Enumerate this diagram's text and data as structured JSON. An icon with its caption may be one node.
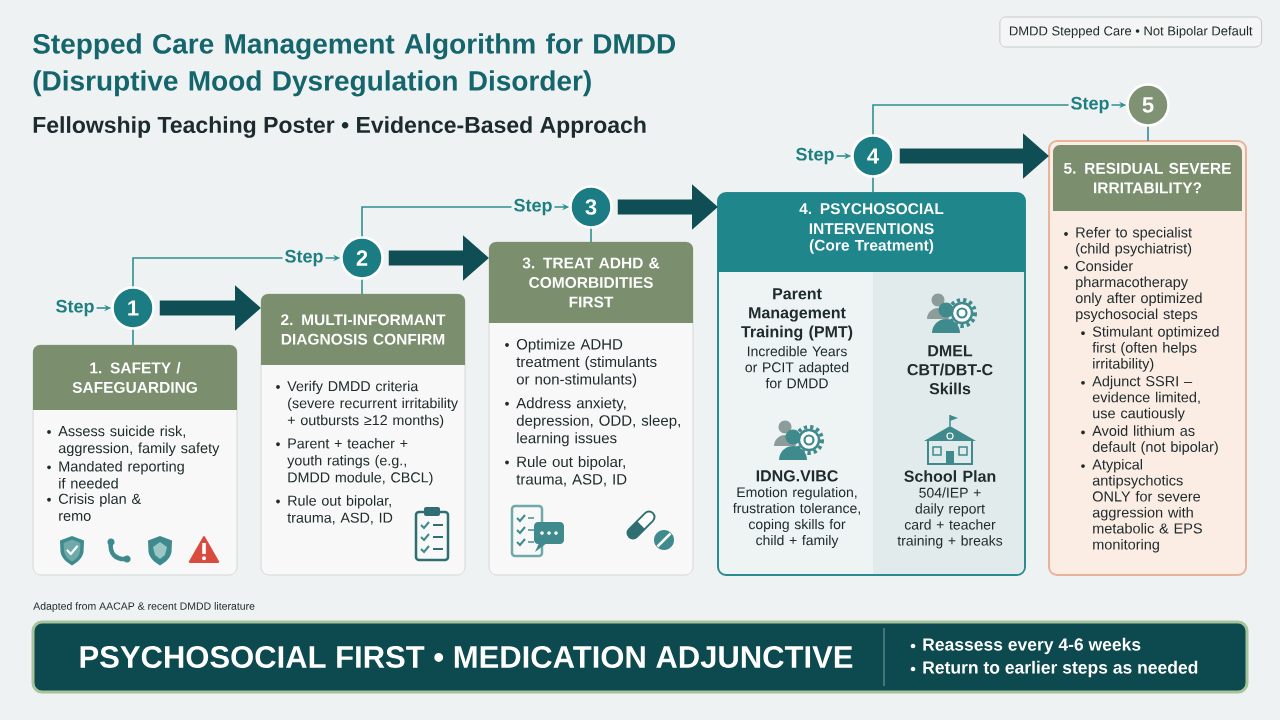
{
  "diagram": {
    "title": "Stepped Care Management Algorithm for DMDD (Disruptive Mood Dysregulation Disorder)",
    "nodes": [
      {
        "text": [
          "DMDD Stepped Care • Not Bipolar Default"
        ]
      },
      {
        "text": [
          "1"
        ]
      },
      {
        "text": [
          "1. SAFETY / SAFEGUARDING",
          "Assess suicide risk, aggression, family safety",
          "Mandated reporting if needed",
          "Crisis plan & remo"
        ]
      },
      {
        "text": [
          "2"
        ]
      },
      {
        "text": [
          "2. MULTI-INFORMANT DIAGNOSIS CONFIRM",
          "Verify DMDD criteria (severe recurrent irritability + outbursts ≥12 months)",
          "Parent + teacher + youth ratings (e.g., DMDD module, CBCL)",
          "Rule out bipolar, trauma, ASD, ID"
        ]
      },
      {
        "text": [
          "3"
        ]
      },
      {
        "text": [
          "3. TREAT ADHD & COMORBIDITIES FIRST",
          "Optimize ADHD treatment (stimulants or non-stimulants)",
          "Address anxiety, depression, ODD, sleep, learning issues",
          "Rule out bipolar, trauma, ASD, ID"
        ]
      },
      {
        "text": [
          "4"
        ]
      },
      {
        "text": [
          "4. PSYCHOSOCIAL INTERVENTIONS",
          "(Core Treatment)",
          "Parent Management Training (PMT)",
          "Incredible Years or PCIT adapted for DMDD",
          "DMEL CBT/DBT-C Skills",
          "IDNG.VIBC",
          "Emotion regulation, frustration tolerance, coping skills for child + family",
          "School Plan",
          "504/IEP + daily report card + teacher training + breaks"
        ]
      },
      {
        "text": [
          "5"
        ]
      },
      {
        "text": [
          "5. RESIDUAL SEVERE IRRITABILITY?",
          "Refer to specialist (child psychiatrist)",
          "Consider pharmacotherapy only after optimized psychosocial steps",
          "Stimulant optimized first (often helps irritability)",
          "Adjunct SSRI – evidence limited, use cautiously",
          "Avoid lithium as default (not bipolar)",
          "Atypical antipsychotics ONLY for severe aggression with metabolic & EPS monitoring"
        ]
      },
      {
        "text": [
          "PSYCHOSOCIAL FIRST • MEDICATION ADJUNCTIVE",
          "Reassess every 4-6 weeks",
          "Return to earlier steps as needed"
        ]
      }
    ],
    "edges": [
      {
        "from": null,
        "to": 1,
        "arrow": "to",
        "label": "Step"
      },
      {
        "from": 1,
        "to": 3,
        "arrow": "to",
        "label": "Step"
      },
      {
        "from": 3,
        "to": 5,
        "arrow": "to",
        "label": "Step"
      },
      {
        "from": null,
        "to": 7,
        "arrow": "to",
        "label": "Step"
      },
      {
        "from": 7,
        "to": 9,
        "arrow": "to",
        "label": "Step"
      },
      {
        "from": 1,
        "to": 2,
        "arrow": "none"
      },
      {
        "from": 3,
        "to": 4,
        "arrow": "none"
      },
      {
        "from": 5,
        "to": 6,
        "arrow": "none"
      },
      {
        "from": 7,
        "to": 8,
        "arrow": "none"
      },
      {
        "from": 9,
        "to": 10,
        "arrow": "none"
      },
      {
        "from": 1,
        "to": 4,
        "arrow": "to",
        "style": "thick",
        "color": "#0f4e55"
      },
      {
        "from": 3,
        "to": 6,
        "arrow": "to",
        "style": "thick",
        "color": "#0f4e55"
      },
      {
        "from": 5,
        "to": 8,
        "arrow": "to",
        "style": "thick",
        "color": "#0f4e55"
      },
      {
        "from": 7,
        "to": 10,
        "arrow": "to",
        "style": "thick",
        "color": "#0f4e55"
      }
    ],
    "labels": [
      "Fellowship Teaching Poster • Evidence-Based Approach",
      "Adapted from AACAP & recent DMDD literature"
    ]
  }
}
